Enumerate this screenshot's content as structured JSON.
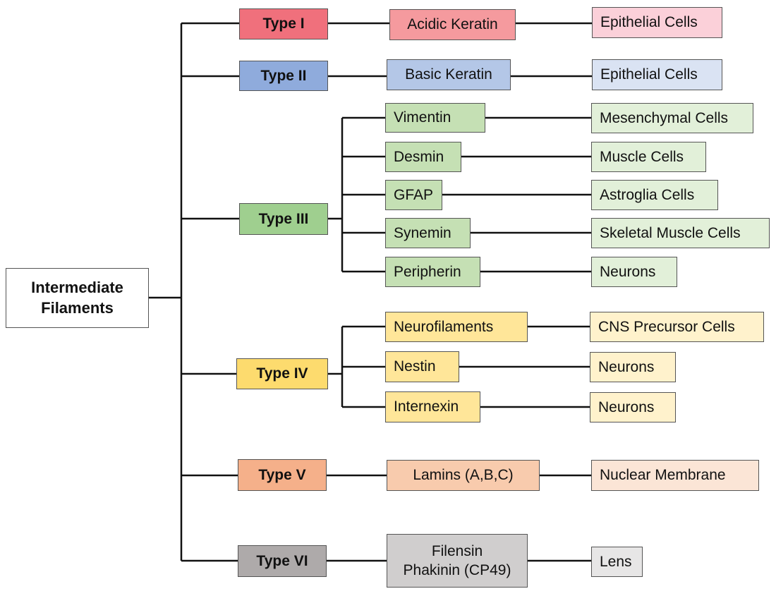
{
  "root": {
    "line1": "Intermediate",
    "line2": "Filaments"
  },
  "types": [
    {
      "label": "Type I",
      "fill": "#f0707c"
    },
    {
      "label": "Type II",
      "fill": "#8fabdc"
    },
    {
      "label": "Type III",
      "fill": "#9fcf8f"
    },
    {
      "label": "Type IV",
      "fill": "#fddb6e"
    },
    {
      "label": "Type V",
      "fill": "#f5b08a"
    },
    {
      "label": "Type VI",
      "fill": "#aeaaaa"
    }
  ],
  "proteins": [
    {
      "label": "Acidic Keratin",
      "fill": "#f59a9e"
    },
    {
      "label": "Basic Keratin",
      "fill": "#b4c7e7"
    },
    {
      "label": "Vimentin",
      "fill": "#c5e0b4"
    },
    {
      "label": "Desmin",
      "fill": "#c5e0b4"
    },
    {
      "label": "GFAP",
      "fill": "#c5e0b4"
    },
    {
      "label": "Synemin",
      "fill": "#c5e0b4"
    },
    {
      "label": "Peripherin",
      "fill": "#c5e0b4"
    },
    {
      "label": "Neurofilaments",
      "fill": "#ffe699"
    },
    {
      "label": "Nestin",
      "fill": "#ffe699"
    },
    {
      "label": "Internexin",
      "fill": "#ffe699"
    },
    {
      "label": "Lamins (A,B,C)",
      "fill": "#f8cbad"
    },
    {
      "line1": "Filensin",
      "line2": "Phakinin (CP49)",
      "fill": "#d0cece"
    }
  ],
  "locations": [
    {
      "label": "Epithelial Cells",
      "fill": "#fbd0d9"
    },
    {
      "label": "Epithelial Cells",
      "fill": "#dae3f3"
    },
    {
      "label": "Mesenchymal Cells",
      "fill": "#e2f0d9"
    },
    {
      "label": "Muscle Cells",
      "fill": "#e2f0d9"
    },
    {
      "label": "Astroglia Cells",
      "fill": "#e2f0d9"
    },
    {
      "label": "Skeletal Muscle Cells",
      "fill": "#e2f0d9"
    },
    {
      "label": "Neurons",
      "fill": "#e2f0d9"
    },
    {
      "label": "CNS Precursor Cells",
      "fill": "#fff2cc"
    },
    {
      "label": "Neurons",
      "fill": "#fff2cc"
    },
    {
      "label": "Neurons",
      "fill": "#fff2cc"
    },
    {
      "label": "Nuclear Membrane",
      "fill": "#fbe5d6"
    },
    {
      "label": "Lens",
      "fill": "#e7e6e6"
    }
  ]
}
